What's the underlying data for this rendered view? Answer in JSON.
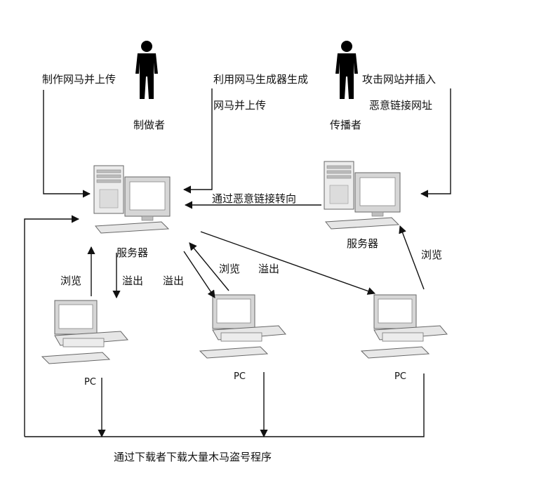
{
  "people": {
    "maker": {
      "top_label": "制作网马并上传",
      "caption": "制做者",
      "icon": "person-icon"
    },
    "spreader": {
      "left_label_1": "利用网马生成器生成",
      "left_label_2": "网马并上传",
      "right_label_1": "攻击网站并插入",
      "right_label_2": "恶意链接网址",
      "caption": "传播者",
      "icon": "person-icon"
    }
  },
  "servers": {
    "main": {
      "caption": "服务器",
      "icon": "computer-icon"
    },
    "hacked": {
      "caption": "服务器",
      "icon": "computer-icon"
    }
  },
  "redirect_label": "通过恶意链接转向",
  "pcs": [
    {
      "caption": "PC",
      "browse_label": "浏览",
      "overflow_label": "溢出",
      "icon": "computer-icon"
    },
    {
      "caption": "PC",
      "browse_label": "浏览",
      "overflow_label": "溢出",
      "icon": "computer-icon"
    },
    {
      "caption": "PC",
      "browse_label": "浏览",
      "icon": "computer-icon"
    }
  ],
  "bottom_label": "通过下载者下载大量木马盗号程序"
}
